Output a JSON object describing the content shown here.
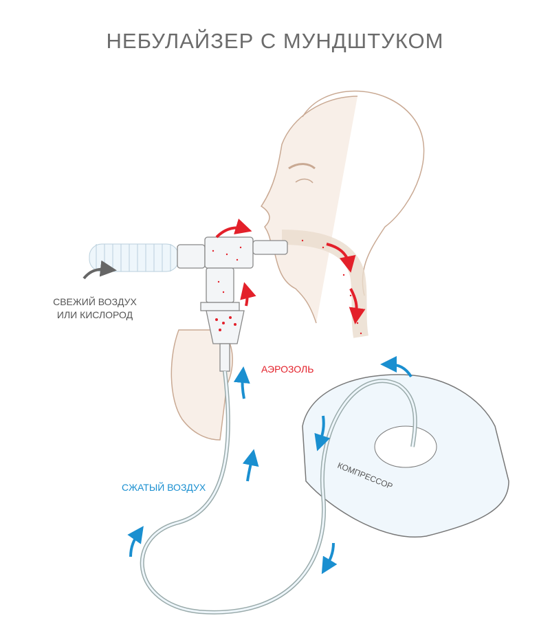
{
  "title": "НЕБУЛАЙЗЕР С МУНДШТУКОМ",
  "labels": {
    "fresh_air_line1": "СВЕЖИЙ ВОЗДУХ",
    "fresh_air_line2": "ИЛИ КИСЛОРОД",
    "aerosol": "АЭРОЗОЛЬ",
    "compressed_air": "СЖАТЫЙ ВОЗДУХ",
    "compressor": "КОМПРЕССОР"
  },
  "colors": {
    "title": "#6b6b6b",
    "aerosol": "#e3202a",
    "air": "#1a8fd0",
    "outline": "#c9a993"
  }
}
